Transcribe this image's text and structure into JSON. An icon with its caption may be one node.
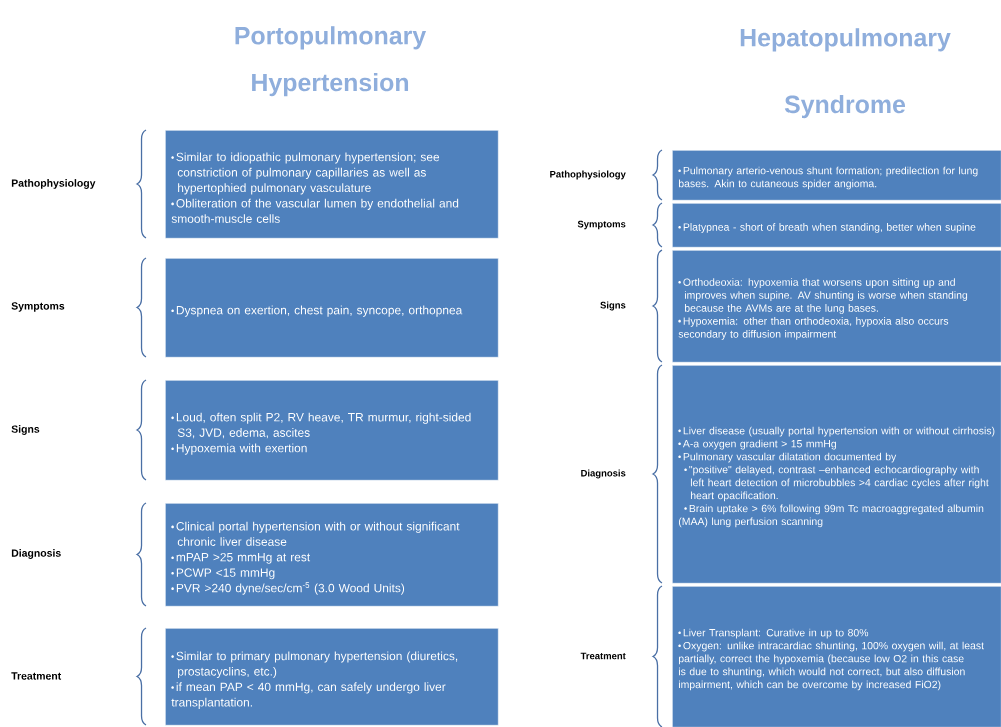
{
  "diagram": {
    "nodes": [
      {
        "text": [
          "Similar to idiopathic pulmonary hypertension; see constriction of pulmonary capillaries as well as hypertophied pulmonary vasculature",
          "Obliteration of the vascular lumen by endothelial and smooth-muscle cells"
        ]
      },
      {
        "text": [
          "Dyspnea on exertion, chest pain, syncope, orthopnea"
        ]
      },
      {
        "text": [
          "Loud, often split P2, RV heave, TR murmur, right-sided S3, JVD, edema, ascites",
          "Hypoxemia with exertion"
        ]
      },
      {
        "text": [
          "Clinical portal hypertension with or without significant chronic liver disease",
          "mPAP >25 mmHg at rest",
          "PCWP <15 mmHg",
          "PVR >240 dyne/sec/cm$^{-5}$ (3.0 Wood Units)"
        ]
      },
      {
        "text": [
          "Similar to primary pulmonary hypertension (diuretics, prostacyclins, etc.)",
          "if mean PAP < 40 mmHg, can safely undergo liver transplantation."
        ]
      },
      {
        "text": [
          "Pulmonary arterio-venous shunt formation; predilection for lung bases. Akin to cutaneous spider angioma."
        ]
      },
      {
        "text": [
          "Platypnea - short of breath when standing, better when supine"
        ]
      },
      {
        "text": [
          "Orthodeoxia: hypoxemia that worsens upon sitting up and improves when supine. AV shunting is worse when standing because the AVMs are at the lung bases.",
          "Hypoxemia: other than orthodeoxia, hypoxia also occurs secondary to diffusion impairment"
        ]
      },
      {
        "text": [
          "Liver disease (usually portal hypertension with or without cirrhosis)",
          "A-a oxygen gradient > 15 mmHg",
          "Pulmonary vascular dilatation documented by",
          "\"positive\" delayed, contrast –enhanced echocardiography with left heart detection of microbubbles >4 cardiac cycles after right heart opacification.",
          "Brain uptake > 6% following 99m Tc macroaggregated albumin (MAA) lung perfusion scanning"
        ]
      },
      {
        "text": [
          "Liver Transplant: Curative in up to 80%",
          "Oxygen: unlike intracardiac shunting, 100% oxygen will, at least partially, correct the hypoxemia (because low O2 in this case is due to shunting, which would not correct, but also diffusion impairment, which can be overcome by increased FiO2)"
        ]
      }
    ],
    "labels": [
      "Portopulmonary Hypertension",
      "Hepatopulmonary Syndrome",
      "Pathophysiology",
      "Symptoms",
      "Signs",
      "Diagnosis",
      "Treatment",
      "Pathophysiology",
      "Symptoms",
      "Signs",
      "Diagnosis",
      "Treatment"
    ]
  }
}
